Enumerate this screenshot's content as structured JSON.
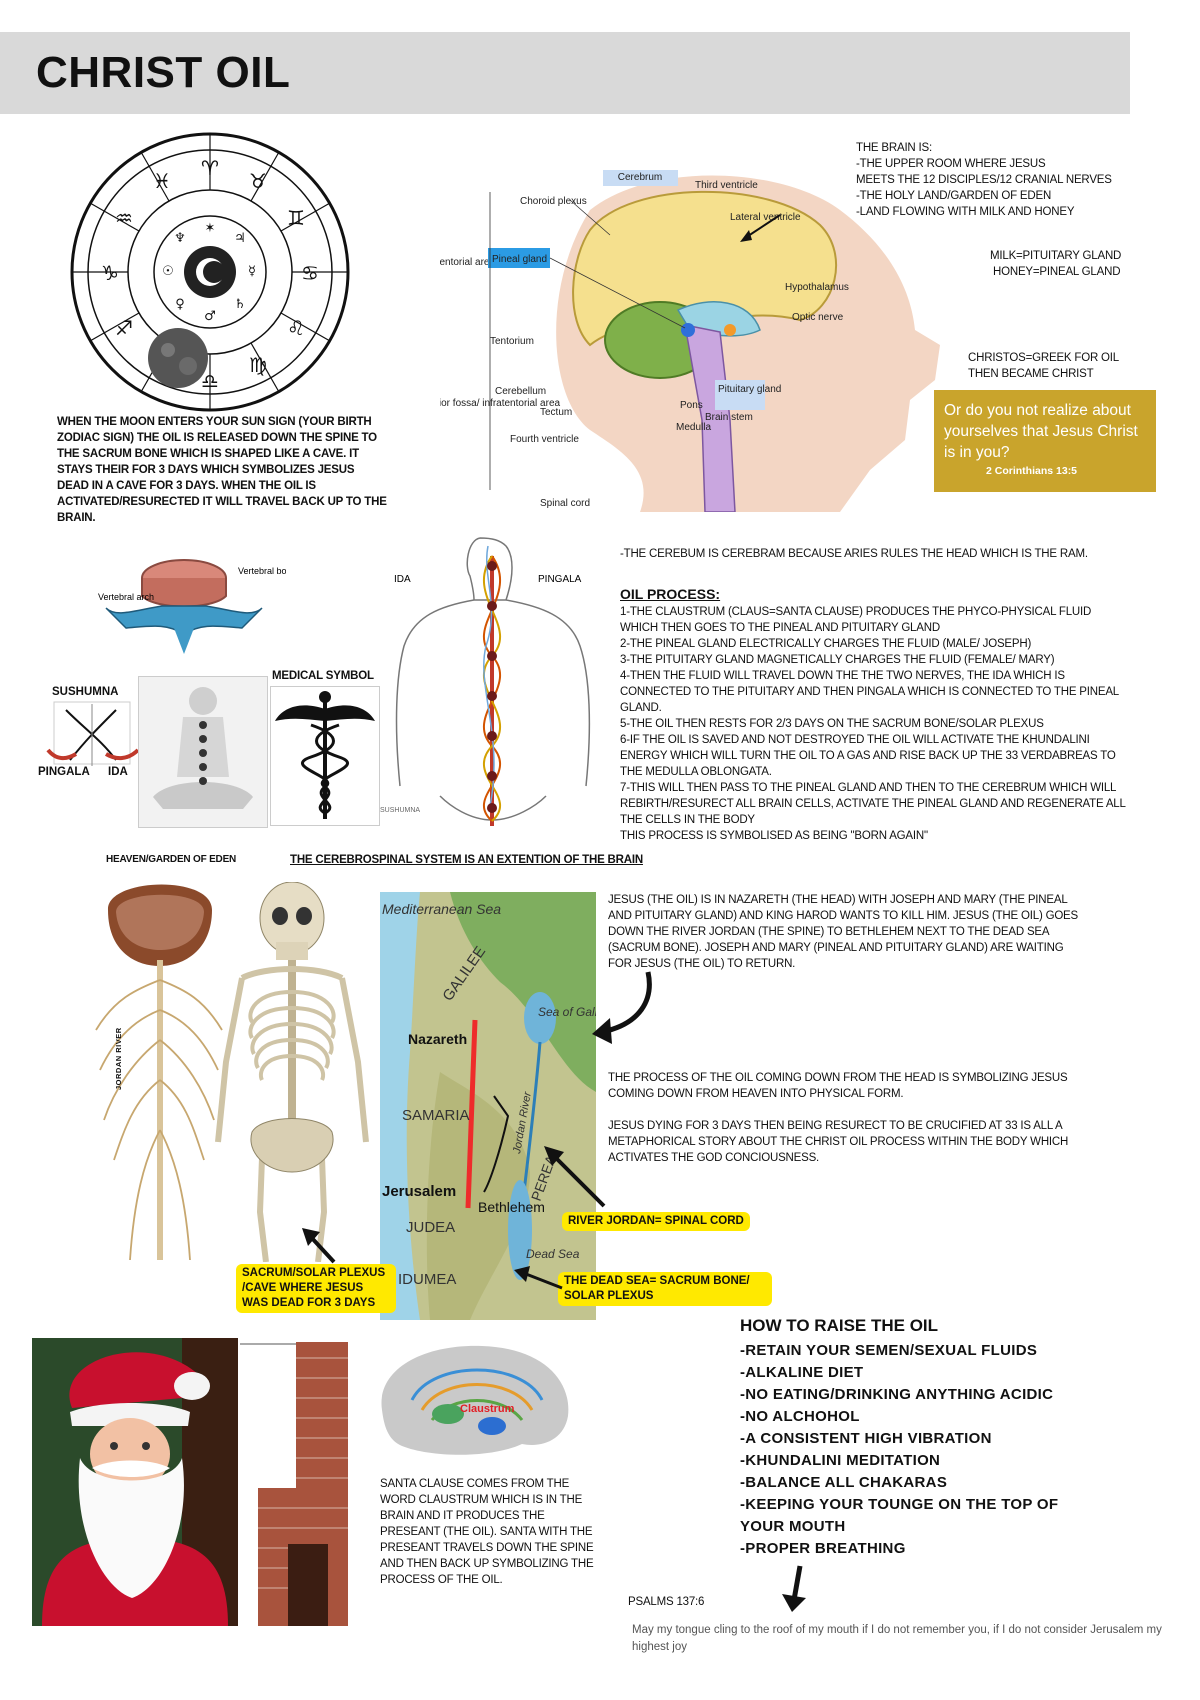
{
  "title": "CHRIST OIL",
  "zodiac_caption": "WHEN THE MOON ENTERS YOUR SUN SIGN (YOUR BIRTH ZODIAC SIGN) THE OIL IS RELEASED DOWN THE SPINE TO THE SACRUM BONE WHICH IS SHAPED LIKE A CAVE. IT STAYS THEIR FOR 3 DAYS WHICH SYMBOLIZES JESUS DEAD IN A CAVE FOR 3 DAYS. WHEN THE OIL IS ACTIVATED/RESURECTED IT WILL TRAVEL BACK UP TO THE BRAIN.",
  "brain_labels": {
    "cerebrum": "Cerebrum",
    "choroid": "Choroid plexus",
    "third_ventricle": "Third ventricle",
    "lateral_ventricle": "Lateral ventricle",
    "supratentorial": "Supratentorial area",
    "pineal": "Pineal gland",
    "hypothalamus": "Hypothalamus",
    "tentorium": "Tentorium",
    "optic": "Optic nerve",
    "posterior": "Posterior fossa/ infratentorial area",
    "cerebellum": "Cerebellum",
    "tectum": "Tectum",
    "pons": "Pons",
    "brainstem": "Brain stem",
    "pituitary": "Pituitary gland",
    "medulla": "Medulla",
    "fourth": "Fourth ventricle",
    "spinal": "Spinal cord"
  },
  "brain_is": [
    "THE BRAIN IS:",
    "-THE UPPER ROOM WHERE JESUS",
    "MEETS THE 12 DISCIPLES/12 CRANIAL NERVES",
    "-THE HOLY LAND/GARDEN OF EDEN",
    "-LAND FLOWING WITH MILK AND HONEY"
  ],
  "milk": "MILK=PITUITARY GLAND",
  "honey": "HONEY=PINEAL GLAND",
  "christos": [
    "CHRISTOS=GREEK FOR OIL",
    "THEN BECAME CHRIST"
  ],
  "verse_box": {
    "text": "Or do you not realize about yourselves that Jesus Christ is in you?",
    "ref": "2 Corinthians 13:5"
  },
  "vertebra_labels": {
    "body": "Vertebral body",
    "arch": "Vertebral arch"
  },
  "sushumna": "SUSHUMNA",
  "pingala": "PINGALA",
  "ida": "IDA",
  "medical_symbol": "MEDICAL SYMBOL",
  "body_labels": {
    "ida": "IDA",
    "pingala": "PINGALA",
    "sushumna": "SUSHUMNA"
  },
  "cerebum_note": "-THE CEREBUM IS CEREBRAM BECAUSE ARIES RULES THE HEAD WHICH IS THE RAM.",
  "oil_process_heading": "OIL PROCESS:",
  "oil_process": [
    "1-THE CLAUSTRUM (CLAUS=SANTA CLAUSE) PRODUCES THE PHYCO-PHYSICAL FLUID WHICH THEN GOES TO THE PINEAL AND PITUITARY GLAND",
    "2-THE PINEAL GLAND ELECTRICALLY CHARGES THE FLUID (MALE/ JOSEPH)",
    "3-THE PITUITARY GLAND MAGNETICALLY CHARGES THE FLUID (FEMALE/ MARY)",
    "4-THEN THE FLUID WILL TRAVEL DOWN THE THE TWO NERVES, THE IDA WHICH IS CONNECTED TO THE PITUITARY AND THEN PINGALA WHICH IS CONNECTED TO THE PINEAL GLAND.",
    "5-THE OIL THEN RESTS FOR 2/3 DAYS ON THE SACRUM BONE/SOLAR PLEXUS",
    "6-IF THE OIL IS SAVED AND NOT DESTROYED THE OIL WILL ACTIVATE THE KHUNDALINI ENERGY WHICH WILL TURN THE OIL TO A GAS AND RISE BACK UP THE 33 VERDABREAS TO THE MEDULLA OBLONGATA.",
    "7-THIS WILL THEN PASS TO THE PINEAL GLAND AND THEN TO THE CEREBRUM WHICH WILL REBIRTH/RESURECT ALL BRAIN CELLS, ACTIVATE THE PINEAL GLAND AND REGENERATE ALL THE CELLS IN THE BODY",
    "THIS PROCESS IS SYMBOLISED AS BEING \"BORN AGAIN\""
  ],
  "heaven_label": "HEAVEN/GARDEN OF EDEN",
  "cerebrospinal": "THE CEREBROSPINAL SYSTEM IS AN EXTENTION OF THE BRAIN",
  "jordan_label": "JORDAN RIVER",
  "map_labels": {
    "sea": "Mediterranean Sea",
    "galilee": "GALILEE",
    "sea_galilee": "Sea of Galilee",
    "nazareth": "Nazareth",
    "samaria": "SAMARIA",
    "jordan": "Jordan River",
    "perea": "PEREA",
    "jerusalem": "Jerusalem",
    "bethlehem": "Bethlehem",
    "judea": "JUDEA",
    "dead_sea": "Dead Sea",
    "idumea": "IDUMEA"
  },
  "nazareth_text": "JESUS (THE OIL) IS IN NAZARETH (THE HEAD) WITH JOSEPH AND MARY (THE PINEAL AND PITUITARY GLAND) AND KING HAROD WANTS TO KILL HIM. JESUS (THE OIL) GOES DOWN THE RIVER JORDAN (THE SPINE) TO BETHLEHEM NEXT TO THE DEAD SEA (SACRUM BONE). JOSEPH AND MARY (PINEAL AND PITUITARY GLAND) ARE WAITING FOR JESUS (THE OIL) TO RETURN.",
  "process_text": "THE PROCESS OF THE OIL COMING DOWN FROM THE HEAD IS SYMBOLIZING JESUS COMING DOWN FROM HEAVEN INTO PHYSICAL FORM.",
  "dying_text": "JESUS DYING FOR 3 DAYS THEN BEING RESURECT TO BE CRUCIFIED AT 33 IS ALL A METAPHORICAL STORY ABOUT THE CHRIST OIL PROCESS WITHIN THE BODY WHICH ACTIVATES THE GOD CONCIOUSNESS.",
  "river_label": "RIVER JORDAN= SPINAL CORD",
  "dead_sea_label": "THE DEAD SEA= SACRUM BONE/ SOLAR PLEXUS",
  "sacrum_label": "SACRUM/SOLAR PLEXUS /CAVE WHERE JESUS WAS DEAD FOR 3 DAYS",
  "santa_text": "SANTA CLAUSE COMES FROM THE WORD CLAUSTRUM WHICH IS IN THE BRAIN AND IT PRODUCES THE PRESEANT (THE OIL). SANTA WITH THE PRESEANT TRAVELS DOWN THE SPINE AND THEN BACK UP SYMBOLIZING THE PROCESS OF THE OIL.",
  "claustrum_label": "Claustrum",
  "howto_heading": "HOW TO RAISE THE OIL",
  "howto": [
    "-RETAIN YOUR SEMEN/SEXUAL FLUIDS",
    "-ALKALINE DIET",
    "-NO EATING/DRINKING ANYTHING ACIDIC",
    "-NO ALCHOHOL",
    "-A CONSISTENT HIGH VIBRATION",
    "-KHUNDALINI MEDITATION",
    "-BALANCE ALL CHAKARAS",
    "-KEEPING YOUR TOUNGE ON THE TOP OF YOUR MOUTH",
    "-PROPER BREATHING"
  ],
  "psalm_ref": "PSALMS 137:6",
  "psalm_text": "May my tongue cling to the roof of my mouth if I do not remember you, if I do not consider Jerusalem my highest joy"
}
